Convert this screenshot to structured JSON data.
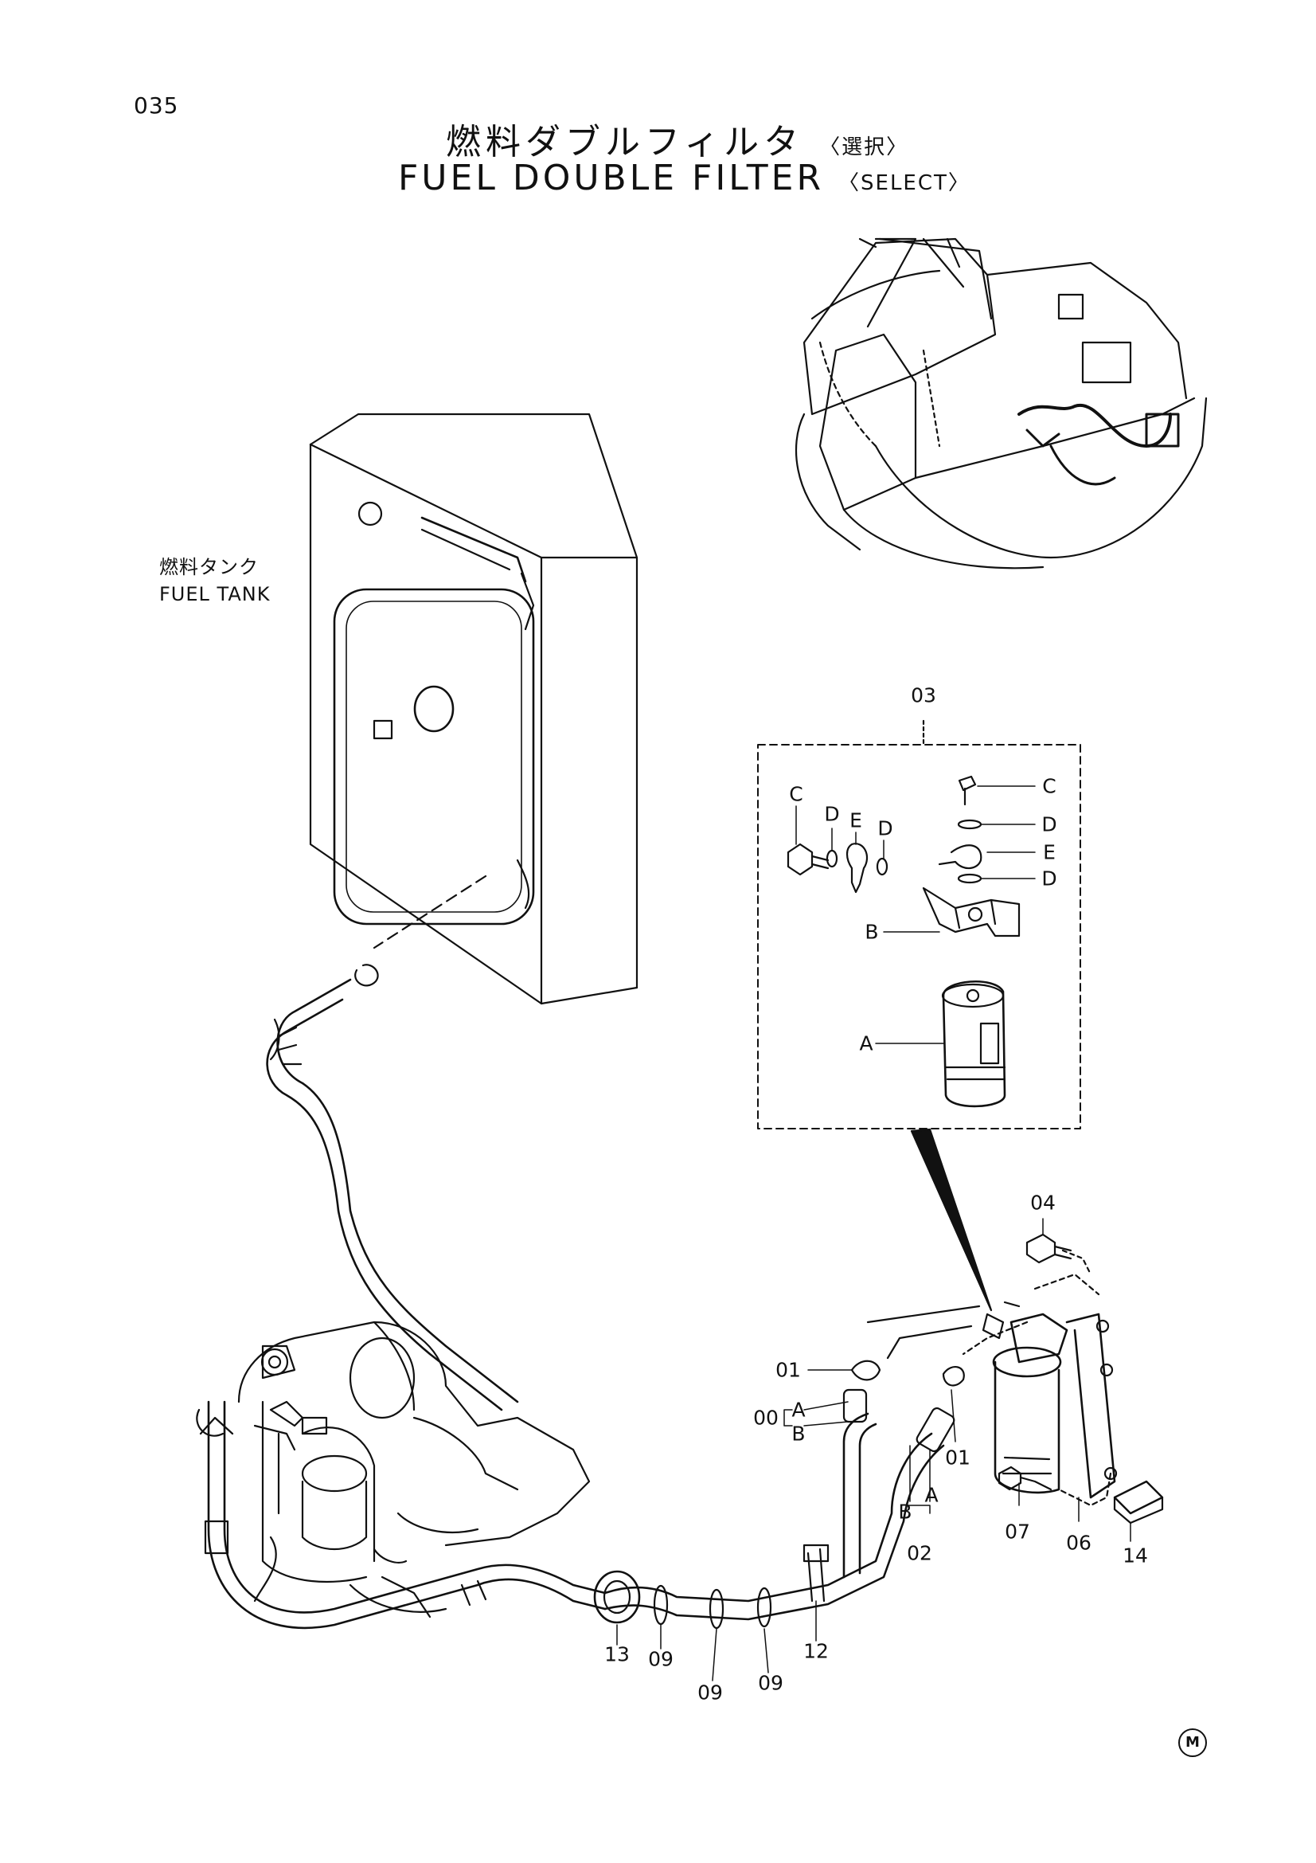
{
  "page_number": "035",
  "title_jp": "燃料ダブルフィルタ",
  "title_jp_suffix": "〈選択〉",
  "title_en": "FUEL DOUBLE FILTER",
  "title_en_suffix": "〈SELECT〉",
  "tank_label_jp": "燃料タンク",
  "tank_label_en": "FUEL TANK",
  "detail_box_label": "03",
  "detail_labels": {
    "c_left": "C",
    "d_left1": "D",
    "e_left": "E",
    "d_left2": "D",
    "c_right": "C",
    "d_right1": "D",
    "e_right": "E",
    "d_right2": "D",
    "b": "B",
    "a": "A"
  },
  "callouts": {
    "p04": "04",
    "p01_top": "01",
    "p01_right": "01",
    "p00": "00",
    "p00_a": "A",
    "p00_b": "B",
    "p02": "02",
    "p02_a": "A",
    "p02_b": "B",
    "p07": "07",
    "p06": "06",
    "p14": "14",
    "p13": "13",
    "p09_a": "09",
    "p09_b": "09",
    "p09_c": "09",
    "p12": "12"
  },
  "maker_mark": "M"
}
